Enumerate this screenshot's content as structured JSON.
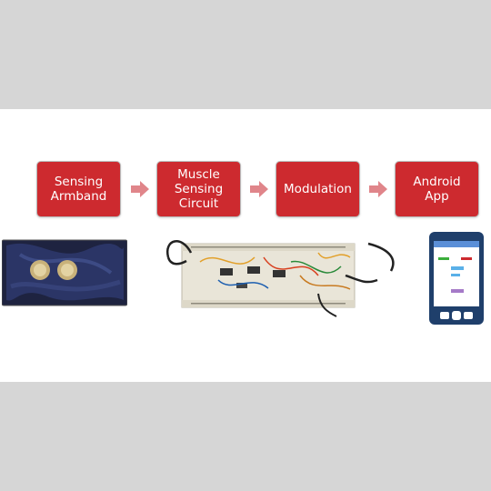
{
  "steps": [
    {
      "label": "Sensing\nArmband"
    },
    {
      "label": "Muscle\nSensing\nCircuit"
    },
    {
      "label": "Modulation"
    },
    {
      "label": "Android\nApp"
    }
  ],
  "colors": {
    "step_fill": "#cd2a2f",
    "arrow_fill": "#e0858a",
    "background": "#d6d6d6",
    "panel": "#ffffff",
    "phone_body": "#1f3f6b"
  },
  "icons": [
    "armband-photo",
    "breadboard-photo",
    "smartphone-icon",
    "right-arrow-icon"
  ]
}
